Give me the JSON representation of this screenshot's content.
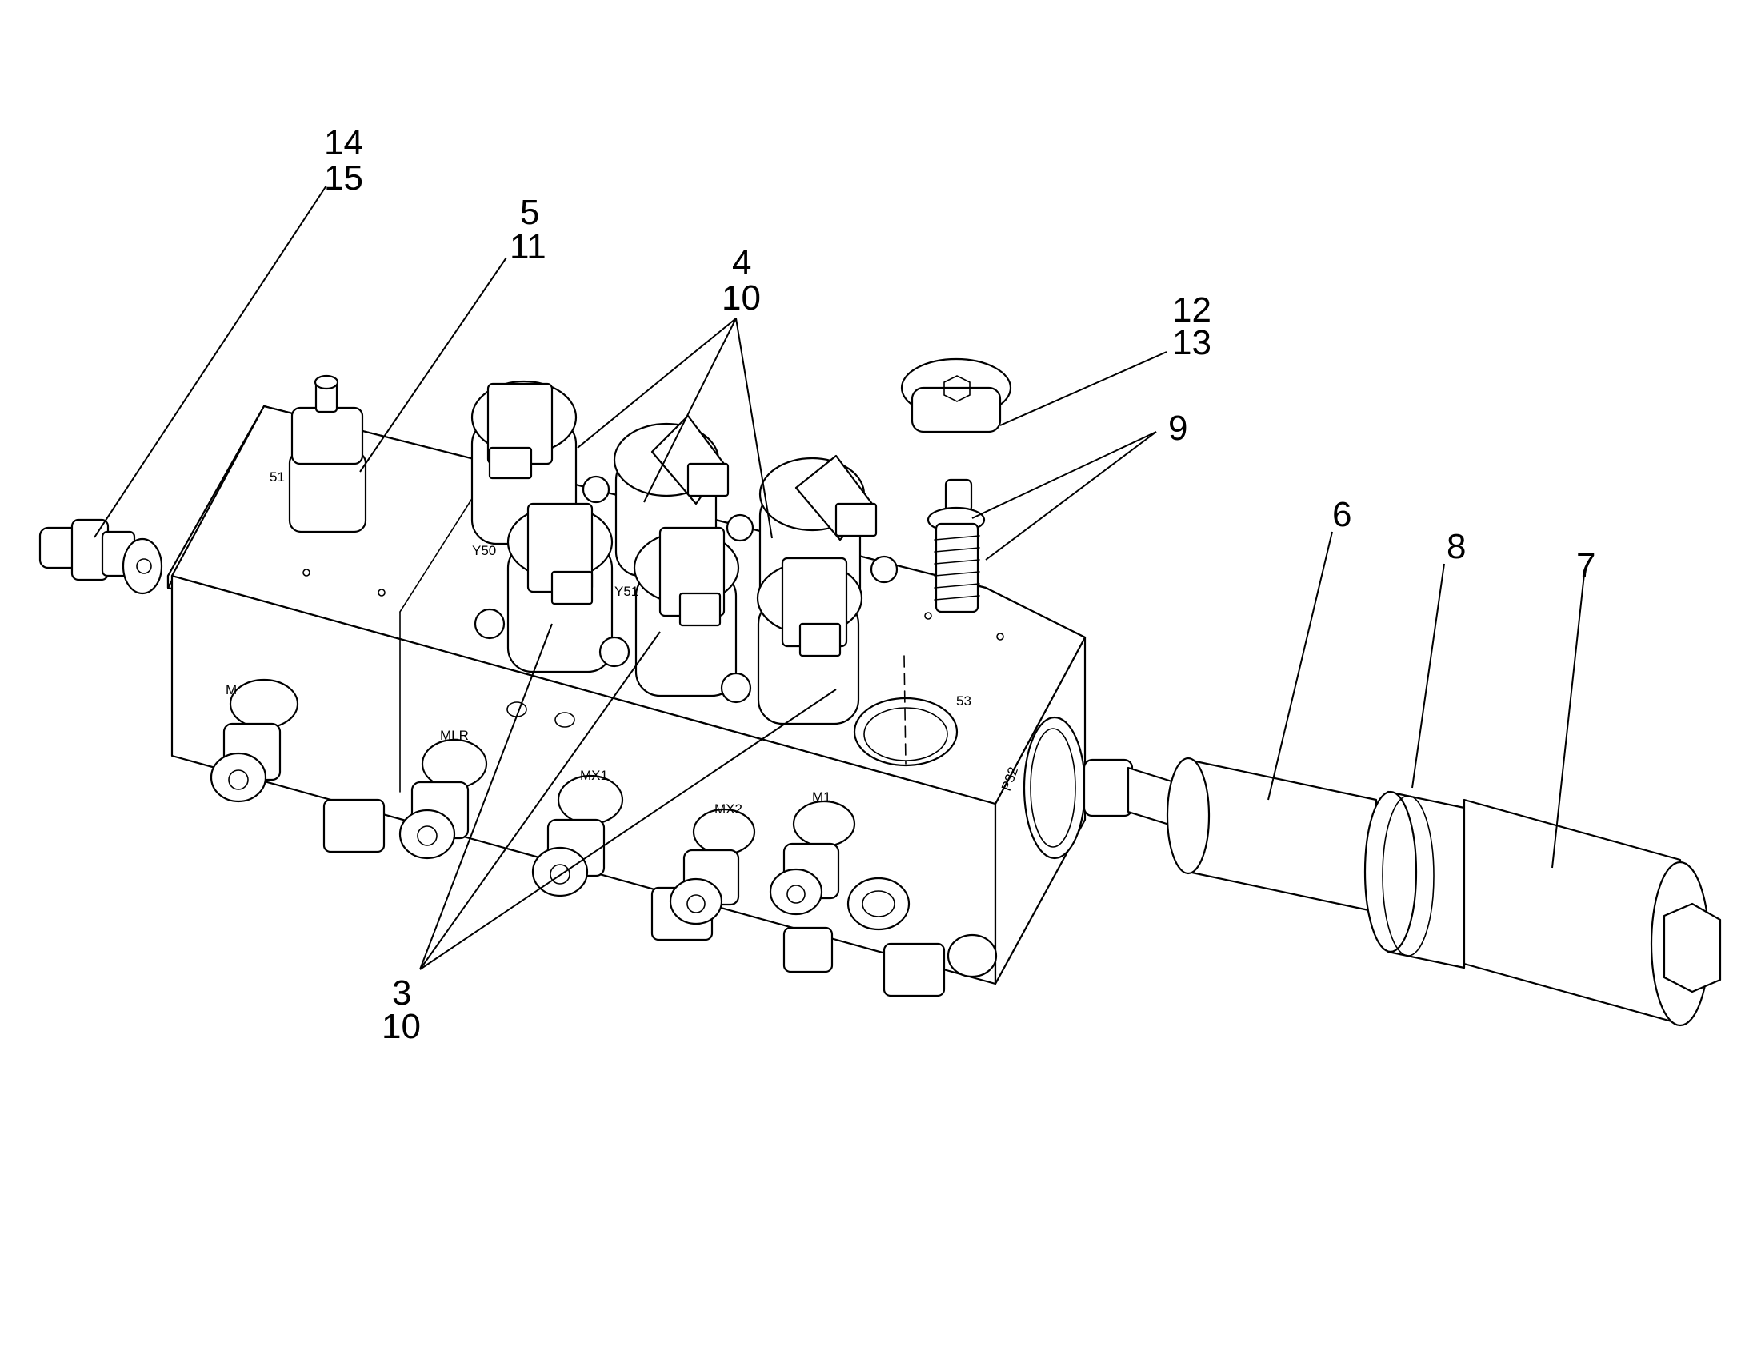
{
  "callouts": {
    "c14": "14",
    "c15": "15",
    "c5": "5",
    "c11": "11",
    "c4": "4",
    "c10a": "10",
    "c12": "12",
    "c13": "13",
    "c9": "9",
    "c6": "6",
    "c8": "8",
    "c7": "7",
    "c3": "3",
    "c10b": "10"
  },
  "port_labels": {
    "m": "M",
    "mlr": "MLR",
    "mx1": "MX1",
    "mx2": "MX2",
    "m1": "M1",
    "p51": "51",
    "y50": "Y50",
    "y51": "Y51",
    "p53": "53",
    "pside": "P32"
  }
}
